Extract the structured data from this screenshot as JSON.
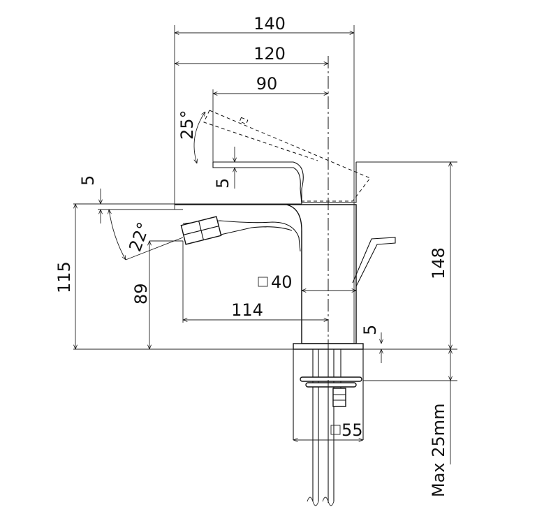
{
  "dimensions": {
    "overall_width": "140",
    "body_width": "120",
    "lever_reach": "90",
    "spout_reach": "114",
    "lever_angle": "25°",
    "spout_angle": "22°",
    "height_to_lever": "148",
    "spout_height": "115",
    "outlet_height": "89",
    "lever_offset": "5",
    "spout_offset": "5",
    "base_offset": "5",
    "body_square": "40",
    "base_square": "55",
    "max_deck_thickness": "Max 25mm"
  }
}
